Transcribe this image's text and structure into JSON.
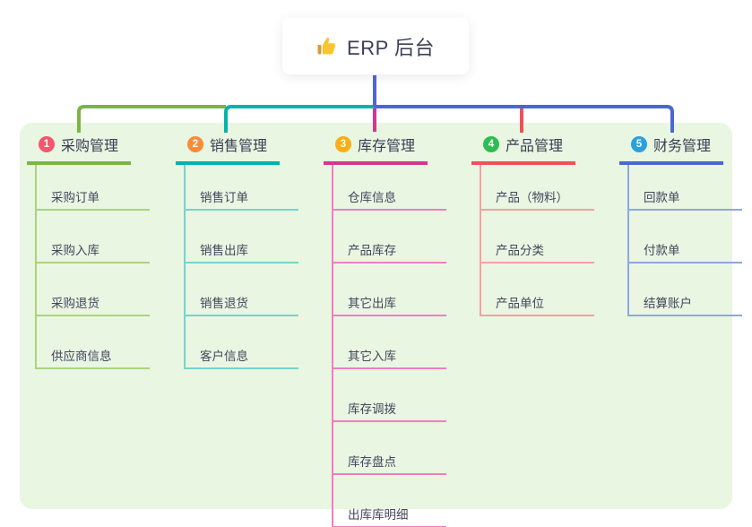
{
  "root": {
    "label": "ERP 后台",
    "icon": "thumbs-up-icon"
  },
  "panel_color": "#e9f6e2",
  "connectors": {
    "root_drop": "#5165d6",
    "branch1": "#7cb544",
    "branch2": "#00b4ab",
    "branch3": "#d6368f",
    "branch4": "#f25059",
    "branch5": "#4b67d3"
  },
  "branches": [
    {
      "num": "1",
      "label": "采购管理",
      "badge_color": "#f4566d",
      "line_color": "#7cb544",
      "child_line_color": "#a9d37e",
      "children": [
        "采购订单",
        "采购入库",
        "采购退货",
        "供应商信息"
      ]
    },
    {
      "num": "2",
      "label": "销售管理",
      "badge_color": "#f98c3a",
      "line_color": "#00b4ab",
      "child_line_color": "#73d5cb",
      "children": [
        "销售订单",
        "销售出库",
        "销售退货",
        "客户信息"
      ]
    },
    {
      "num": "3",
      "label": "库存管理",
      "badge_color": "#fbae17",
      "line_color": "#d6368f",
      "child_line_color": "#f07ec0",
      "children": [
        "仓库信息",
        "产品库存",
        "其它出库",
        "其它入库",
        "库存调拨",
        "库存盘点",
        "出库库明细"
      ]
    },
    {
      "num": "4",
      "label": "产品管理",
      "badge_color": "#2ebd53",
      "line_color": "#f25059",
      "child_line_color": "#f7a0a4",
      "children": [
        "产品（物料）",
        "产品分类",
        "产品单位"
      ]
    },
    {
      "num": "5",
      "label": "财务管理",
      "badge_color": "#2aa0dd",
      "line_color": "#4b67d3",
      "child_line_color": "#8ea6e4",
      "children": [
        "回款单",
        "付款单",
        "结算账户"
      ]
    }
  ]
}
